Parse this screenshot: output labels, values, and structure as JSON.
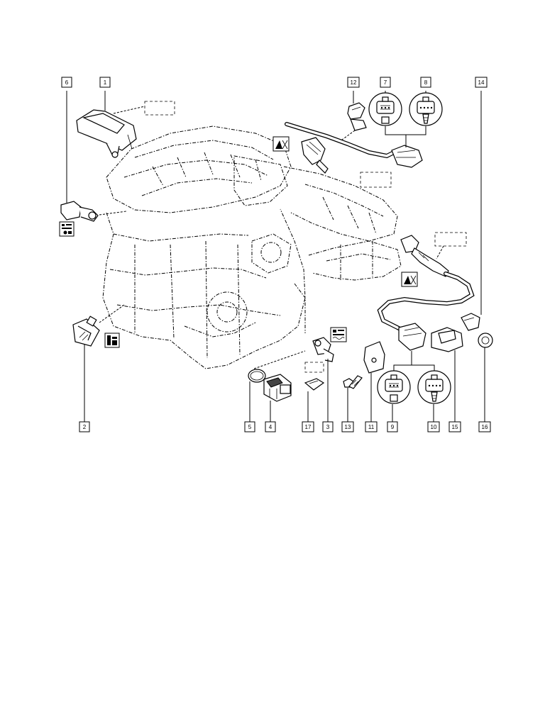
{
  "diagram": {
    "callouts": [
      {
        "key": "c1",
        "label": "1"
      },
      {
        "key": "c2",
        "label": "2"
      },
      {
        "key": "c3",
        "label": "3"
      },
      {
        "key": "c4",
        "label": "4"
      },
      {
        "key": "c5",
        "label": "5"
      },
      {
        "key": "c6",
        "label": "6"
      },
      {
        "key": "c7",
        "label": "7"
      },
      {
        "key": "c8",
        "label": "8"
      },
      {
        "key": "c9",
        "label": "9"
      },
      {
        "key": "c10",
        "label": "10"
      },
      {
        "key": "c11",
        "label": "11"
      },
      {
        "key": "c12",
        "label": "12"
      },
      {
        "key": "c13",
        "label": "13"
      },
      {
        "key": "c14",
        "label": "14"
      },
      {
        "key": "c15",
        "label": "15"
      },
      {
        "key": "c16",
        "label": "16"
      },
      {
        "key": "c17",
        "label": "17"
      }
    ],
    "symbols": [
      "map-sensor-symbol",
      "knock-sensor-symbol",
      "oil-pressure-symbol",
      "coolant-temperature-symbol",
      "upstream-oxygen-sensor-symbol",
      "downstream-oxygen-sensor-symbol"
    ],
    "colors": {
      "ink": "#000000",
      "paper": "#ffffff"
    }
  }
}
